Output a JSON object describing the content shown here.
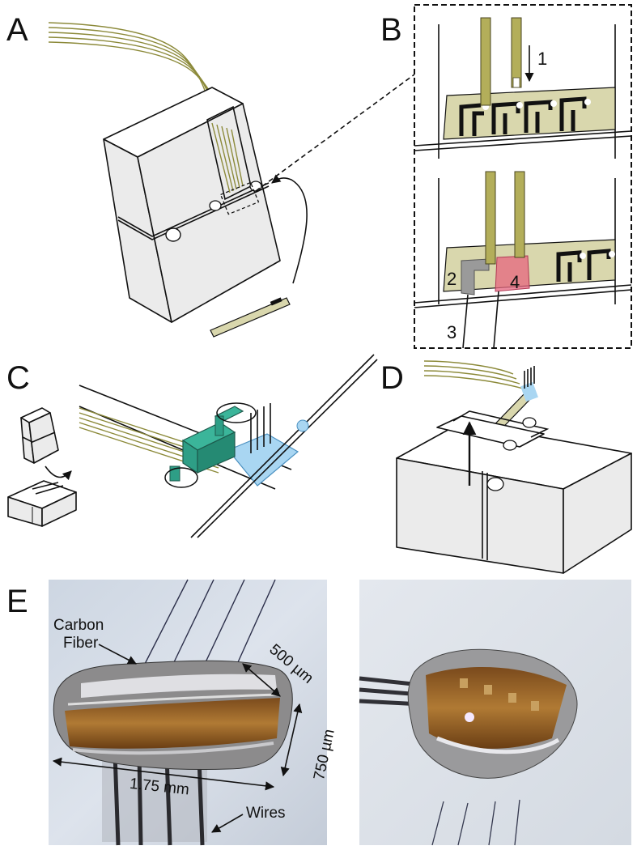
{
  "panels": {
    "a": {
      "letter": "A"
    },
    "b": {
      "letter": "B",
      "step1": "1",
      "step2": "2",
      "step3": "3",
      "step4": "4"
    },
    "c": {
      "letter": "C"
    },
    "d": {
      "letter": "D"
    },
    "e": {
      "letter": "E",
      "carbon_label": "Carbon",
      "fiber_label": "Fiber",
      "dim_500": "500 µm",
      "dim_750": "750 µm",
      "dim_175": "1.75 mm",
      "wires_label": "Wires"
    }
  },
  "colors": {
    "probe": "#b3ae5a",
    "board": "#d9d7ad",
    "clamp_teal": "#2e9e86",
    "highlight_blue": "#a9d6f2",
    "highlight_pink": "#e6657f",
    "highlight_gray": "#9a9a9a"
  }
}
